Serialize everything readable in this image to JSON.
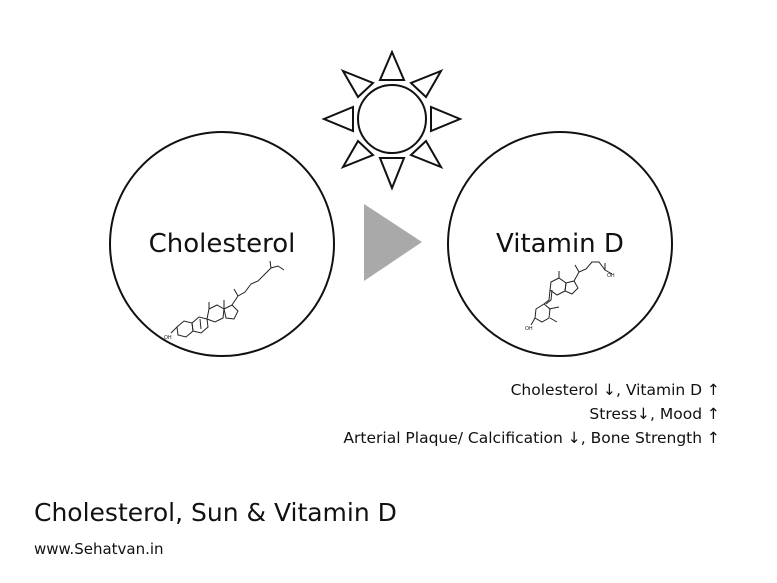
{
  "diagram": {
    "source_label": "Cholesterol",
    "target_label": "Vitamin D",
    "sun_icon": "sun-icon",
    "arrow_icon": "play-arrow-icon",
    "molecule_source_icon": "cholesterol-molecule-icon",
    "molecule_target_icon": "vitamin-d-molecule-icon",
    "molecule_oh_label": "OH",
    "colors": {
      "stroke": "#111111",
      "arrow": "#a9a9a9",
      "background": "#ffffff"
    }
  },
  "effects": [
    "Cholesterol ↓,  Vitamin D ↑",
    "Stress↓, Mood ↑",
    "Arterial Plaque/ Calcification ↓, Bone Strength ↑"
  ],
  "footer": {
    "title": "Cholesterol, Sun & Vitamin D",
    "website": "www.Sehatvan.in"
  }
}
